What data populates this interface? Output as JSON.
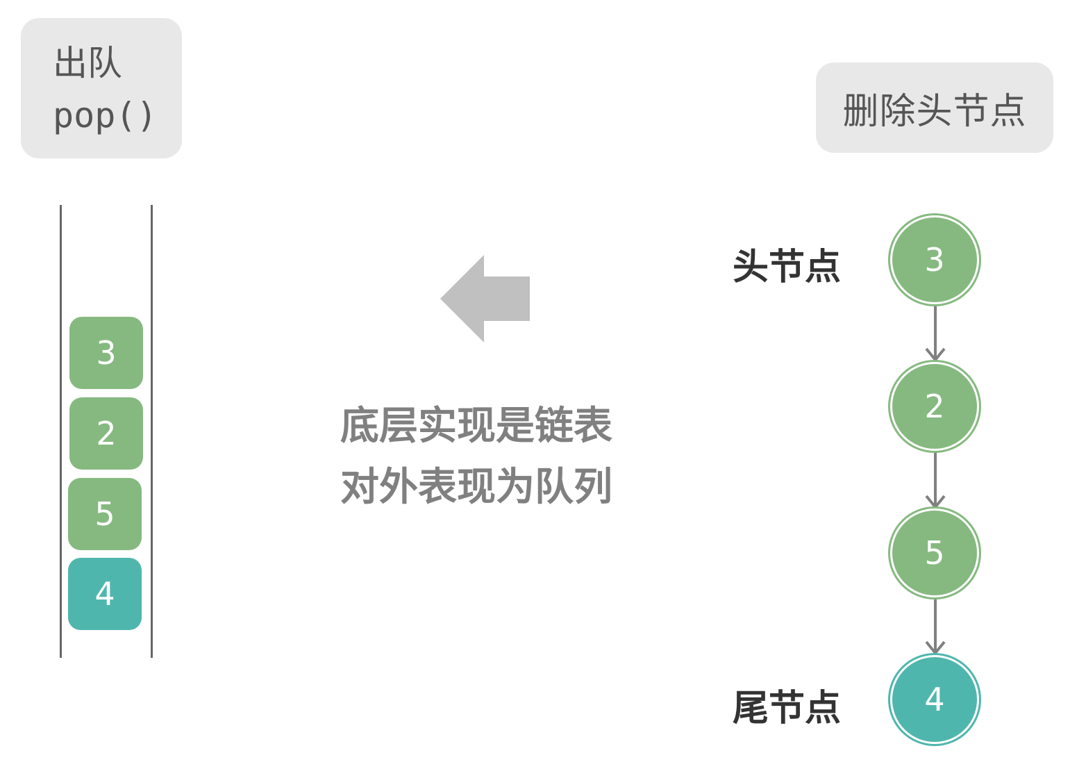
{
  "operation": {
    "name": "出队",
    "method": "pop()"
  },
  "action_label": "删除头节点",
  "queue": {
    "items": [
      {
        "value": "3",
        "kind": "normal"
      },
      {
        "value": "2",
        "kind": "normal"
      },
      {
        "value": "5",
        "kind": "normal"
      },
      {
        "value": "4",
        "kind": "tail"
      }
    ]
  },
  "center_text": {
    "line1": "底层实现是链表",
    "line2": "对外表现为队列"
  },
  "linked_list": {
    "head_label": "头节点",
    "tail_label": "尾节点",
    "nodes": [
      {
        "value": "3"
      },
      {
        "value": "2"
      },
      {
        "value": "5"
      },
      {
        "value": "4"
      }
    ]
  },
  "colors": {
    "node_green": "#86b980",
    "node_teal": "#4fb6ad",
    "box_gray": "#e8e8e8",
    "arrow_gray": "#c0c0c0",
    "link_gray": "#808080"
  },
  "icons": {
    "direction_arrow": "left-arrow-icon"
  }
}
